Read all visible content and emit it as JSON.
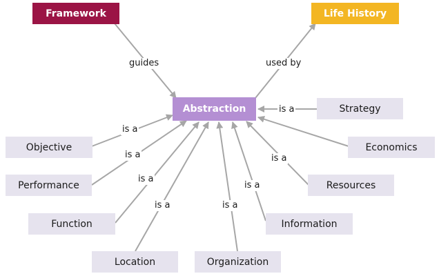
{
  "colors": {
    "framework": "#9b1445",
    "life_history": "#f3b623",
    "abstraction": "#b48fd3",
    "node_gray": "#e6e3ee",
    "edge": "#a6a6a6"
  },
  "nodes": {
    "framework": "Framework",
    "life_history": "Life History",
    "abstraction": "Abstraction",
    "strategy": "Strategy",
    "economics": "Economics",
    "resources": "Resources",
    "information": "Information",
    "organization": "Organization",
    "location": "Location",
    "function": "Function",
    "performance": "Performance",
    "objective": "Objective"
  },
  "edges": {
    "guides": "guides",
    "used_by": "used by",
    "is_a": "is a"
  }
}
